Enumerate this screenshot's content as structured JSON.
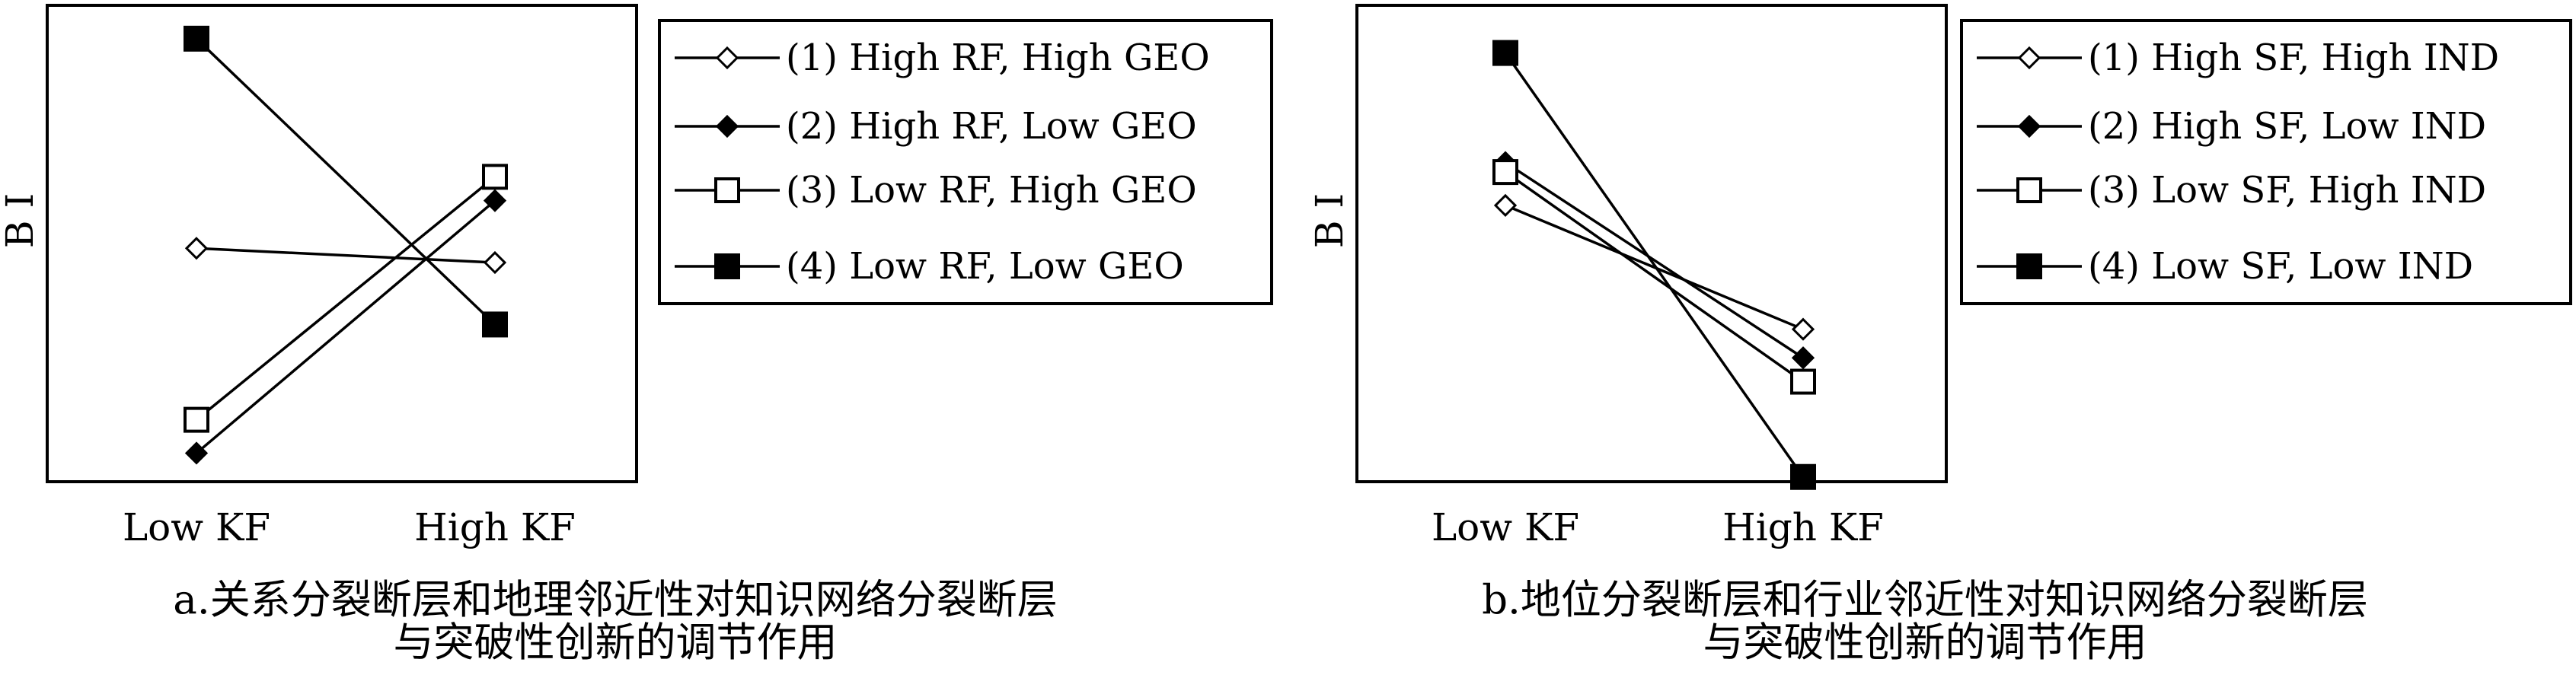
{
  "charts": [
    {
      "type": "line",
      "title": "",
      "ylabel": "B I",
      "categories": [
        "Low KF",
        "High KF"
      ],
      "ylim": [
        0,
        100
      ],
      "series": [
        {
          "name": "(1) High RF, High GEO",
          "marker": "diamond-open",
          "values": [
            49,
            46
          ]
        },
        {
          "name": "(2) High RF, Low GEO",
          "marker": "diamond-filled",
          "values": [
            6,
            59
          ]
        },
        {
          "name": "(3) Low RF,  High GEO",
          "marker": "square-open",
          "values": [
            13,
            64
          ]
        },
        {
          "name": "(4) Low RF,  Low GEO",
          "marker": "square-filled",
          "values": [
            93,
            33
          ]
        }
      ],
      "caption_lines": [
        "a.关系分裂断层和地理邻近性对知识网络分裂断层",
        "与突破性创新的调节作用"
      ]
    },
    {
      "type": "line",
      "title": "",
      "ylabel": "B I",
      "categories": [
        "Low KF",
        "High KF"
      ],
      "ylim": [
        0,
        100
      ],
      "series": [
        {
          "name": "(1) High SF, High IND",
          "marker": "diamond-open",
          "values": [
            58,
            32
          ]
        },
        {
          "name": "(2) High SF, Low IND",
          "marker": "diamond-filled",
          "values": [
            67,
            26
          ]
        },
        {
          "name": "(3) Low SF,  High IND",
          "marker": "square-open",
          "values": [
            65,
            21
          ]
        },
        {
          "name": "(4) Low SF,  Low IND",
          "marker": "square-filled",
          "values": [
            90,
            1
          ]
        }
      ],
      "caption_lines": [
        "b.地位分裂断层和行业邻近性对知识网络分裂断层",
        "与突破性创新的调节作用"
      ]
    }
  ]
}
